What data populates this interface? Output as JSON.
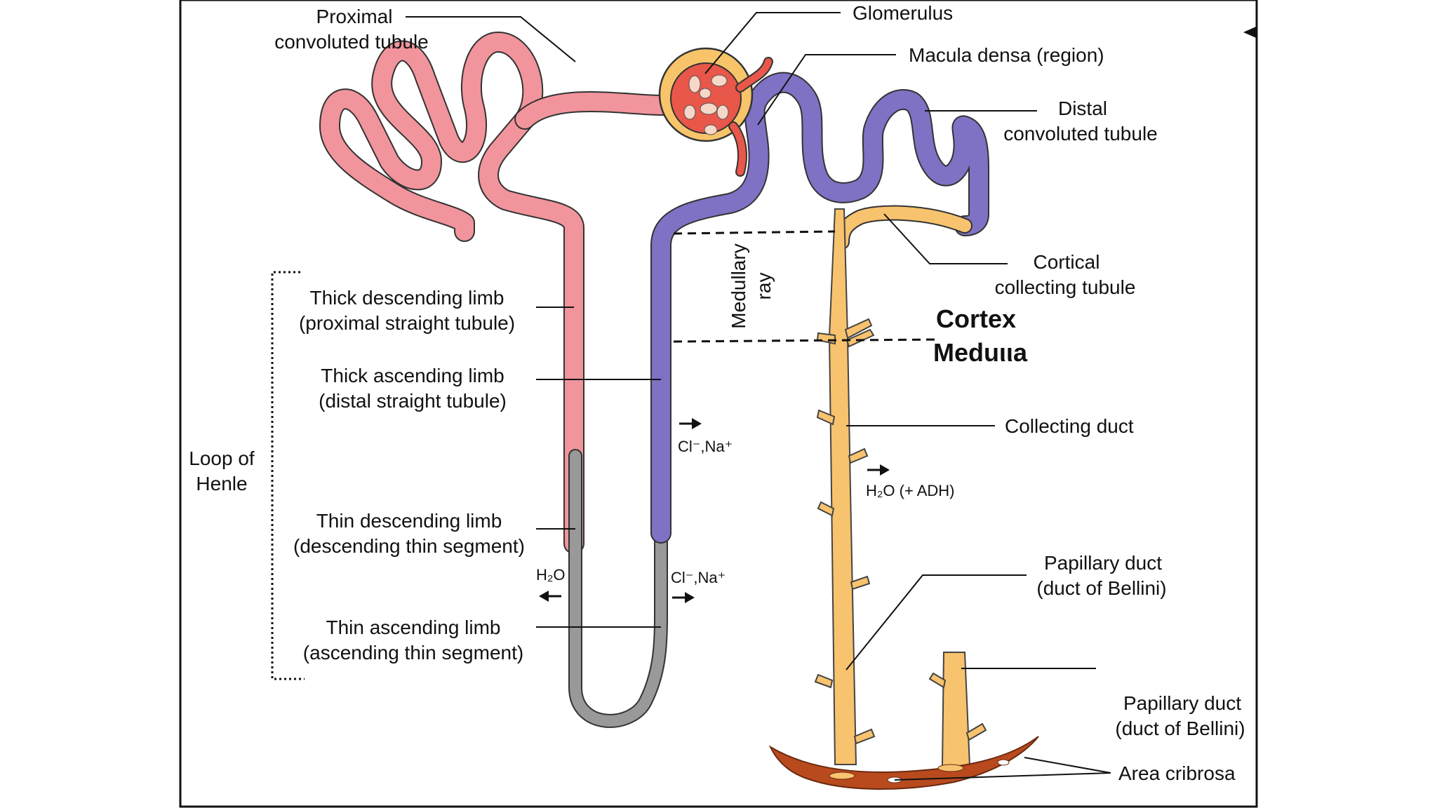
{
  "colors": {
    "proximal": "#f2949c",
    "distal": "#7f71c4",
    "thin_limb": "#999999",
    "collecting": "#f8c36e",
    "glomerulus_red": "#e8574a",
    "capsule": "#f7c46a",
    "area_cribrosa": "#b94a1e"
  },
  "labels": {
    "proximal_tubule": [
      "Proximal",
      "convoluted tubule"
    ],
    "glomerulus": "Glomerulus",
    "macula_densa": "Macula densa (region)",
    "distal_tubule": [
      "Distal",
      "convoluted tubule"
    ],
    "cortical_collecting": [
      "Cortical",
      "collecting tubule"
    ],
    "medullary_ray": [
      "Medullary",
      "ray"
    ],
    "cortex": "Cortex",
    "medulla": "Meduιιa",
    "thick_descending": [
      "Thick descending limb",
      "(proximal straight tubule)"
    ],
    "thick_ascending": [
      "Thick ascending limb",
      "(distal straight tubule)"
    ],
    "loop_of_henle": [
      "Loop of",
      "Henle"
    ],
    "thin_descending": [
      "Thin descending limb",
      "(descending thin segment)"
    ],
    "thin_ascending": [
      "Thin ascending limb",
      "(ascending thin segment)"
    ],
    "collecting_duct": "Collecting duct",
    "papillary_duct_1": [
      "Papillary duct",
      "(duct of Bellini)"
    ],
    "papillary_duct_2": [
      "Papillary duct",
      "(duct of Bellini)"
    ],
    "area_cribrosa": "Area cribrosa"
  },
  "transport": {
    "cl_na_upper": "Cl⁻,Na⁺",
    "h2o_adh": "H₂O (+ ADH)",
    "h2o": "H₂O",
    "cl_na_lower": "Cl⁻,Na⁺"
  }
}
